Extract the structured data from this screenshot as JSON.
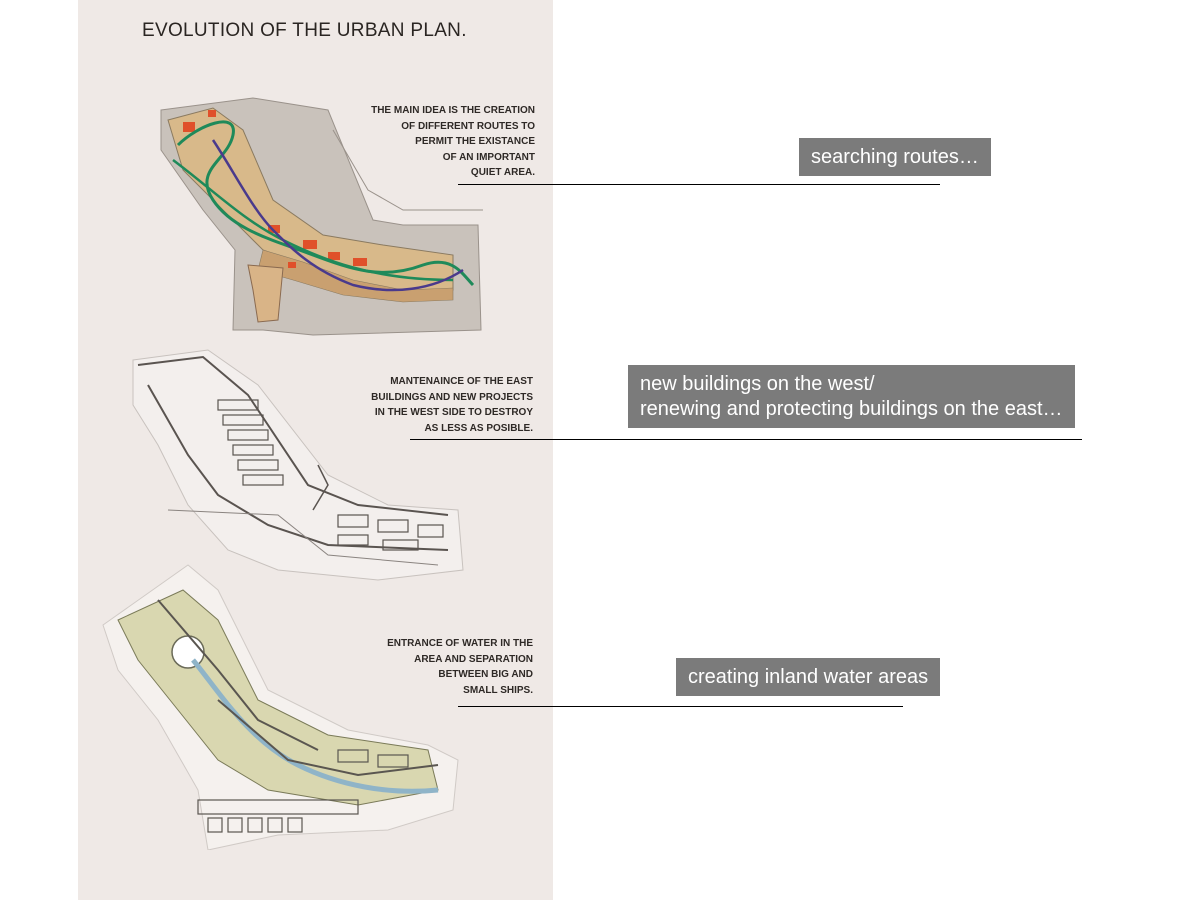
{
  "poster": {
    "title": "EVOLUTION OF THE URBAN PLAN.",
    "captions": [
      {
        "lines": [
          "THE MAIN IDEA IS THE CREATION",
          "OF DIFFERENT ROUTES TO",
          "PERMIT THE EXISTANCE",
          "OF AN IMPORTANT",
          "QUIET AREA."
        ]
      },
      {
        "lines": [
          "MANTENAINCE OF THE EAST",
          "BUILDINGS AND NEW PROJECTS",
          "IN THE WEST SIDE TO DESTROY",
          "AS LESS AS POSIBLE."
        ]
      },
      {
        "lines": [
          "ENTRANCE OF WATER IN THE",
          "AREA AND SEPARATION",
          "BETWEEN BIG AND",
          "SMALL SHIPS."
        ]
      }
    ]
  },
  "annotations": [
    {
      "lines": [
        "searching routes…"
      ]
    },
    {
      "lines": [
        "new buildings on the west/",
        "renewing and protecting buildings on the east…"
      ]
    },
    {
      "lines": [
        "creating inland water areas"
      ]
    }
  ],
  "colors": {
    "poster_background": "#efe9e6",
    "annotation_box": "#7b7b7b",
    "annotation_text": "#ffffff",
    "route_green": "#1f8a5a",
    "route_purple": "#4a3a8c",
    "building_red": "#e0502a"
  }
}
